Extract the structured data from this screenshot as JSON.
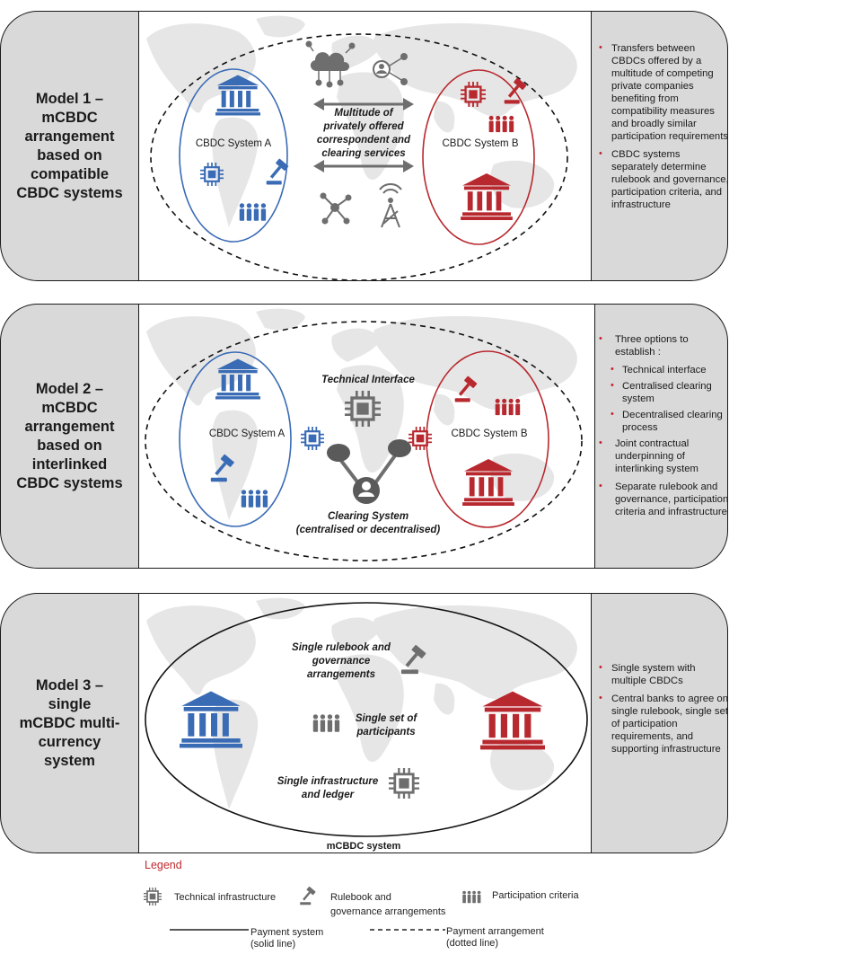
{
  "colors": {
    "blue": "#3a6bb5",
    "red": "#b8292f",
    "gray": "#6e6e6e",
    "accent": "#c0282d"
  },
  "model1": {
    "title": "Model 1 –\nmCBDC\narrangement\nbased on\ncompatible\nCBDC systems",
    "system_a": "CBDC System A",
    "system_b": "CBDC System B",
    "services": "Multitude of\nprivately offered\ncorrespondent and\nclearing services",
    "bullets": [
      "Transfers between CBDCs offered by a multitude of competing private companies benefiting from compatibility measures and broadly similar participation requirements",
      "CBDC systems separately determine rulebook and governance, participation criteria, and infrastructure"
    ]
  },
  "model2": {
    "title": "Model 2 –\nmCBDC\narrangement\nbased on\ninterlinked\nCBDC systems",
    "system_a": "CBDC System A",
    "system_b": "CBDC System B",
    "tech_interface": "Technical Interface",
    "clearing": "Clearing System\n(centralised or decentralised)",
    "bullets": [
      {
        "text": "Three options to establish :",
        "sub": false
      },
      {
        "text": "Technical interface",
        "sub": true
      },
      {
        "text": "Centralised clearing system",
        "sub": true
      },
      {
        "text": "Decentralised clearing process",
        "sub": true
      },
      {
        "text": "Joint contractual underpinning of interlinking system",
        "sub": false
      },
      {
        "text": "Separate rulebook and governance, participation criteria and infrastructure",
        "sub": false
      }
    ]
  },
  "model3": {
    "title": "Model 3 –\nsingle\nmCBDC multi-\ncurrency\nsystem",
    "rulebook": "Single rulebook and\ngovernance\narrangements",
    "participants": "Single set of\nparticipants",
    "infra": "Single infrastructure\nand ledger",
    "system_label": "mCBDC system",
    "bullets": [
      "Single system with multiple CBDCs",
      "Central banks to agree on single rulebook, single set of participation requirements, and supporting infrastructure"
    ]
  },
  "legend": {
    "title": "Legend",
    "tech": "Technical infrastructure",
    "rulebook": "Rulebook and\ngovernance arrangements",
    "participation": "Participation criteria",
    "payment_system": "Payment system\n(solid line)",
    "payment_arrangement": "Payment arrangement\n(dotted line)"
  }
}
